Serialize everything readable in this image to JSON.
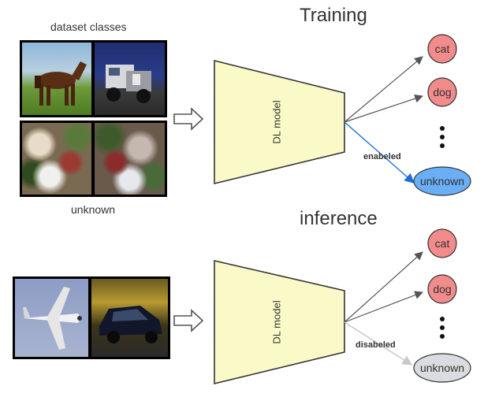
{
  "training": {
    "title": "Training",
    "dataset_label": "dataset classes",
    "unknown_label": "unknown",
    "model_label": "DL model",
    "outputs": [
      "cat",
      "dog",
      "unknown"
    ],
    "unknown_edge_label": "enabeled"
  },
  "inference": {
    "title": "inference",
    "model_label": "DL model",
    "outputs": [
      "cat",
      "dog",
      "unknown"
    ],
    "unknown_edge_label": "disabeled"
  },
  "images": {
    "training_known": [
      "horse-photo",
      "truck-photo"
    ],
    "training_unknown": [
      "blurry-unknown-photo",
      "blurry-unknown-photo"
    ],
    "inference": [
      "airplane-photo",
      "car-photo"
    ]
  },
  "colors": {
    "model_fill": "#FAFAC8",
    "class_node_fill": "#F28B8B",
    "unknown_enabled_fill": "#6AAEF5",
    "unknown_disabled_fill": "#D9DCE0",
    "enabled_arrow": "#1A6FD6",
    "disabled_arrow": "#C8C8C8"
  }
}
